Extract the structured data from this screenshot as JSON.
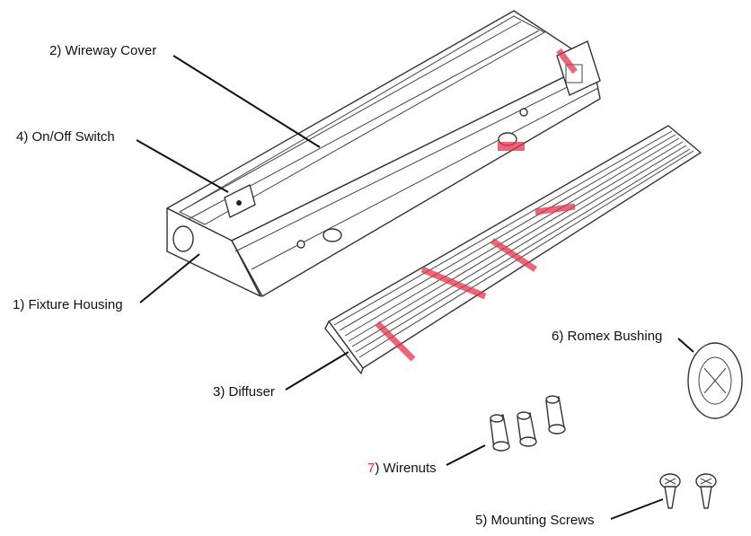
{
  "labels": {
    "wireway_cover": "2) Wireway Cover",
    "switch": "4) On/Off Switch",
    "housing": "1) Fixture Housing",
    "romex": "6) Romex Bushing",
    "diffuser": "3) Diffuser",
    "wirenuts_num": "7",
    "wirenuts_text": ") Wirenuts",
    "screws": "5) Mounting Screws"
  },
  "colors": {
    "line": "#111111",
    "watermark": "#e8324a"
  }
}
